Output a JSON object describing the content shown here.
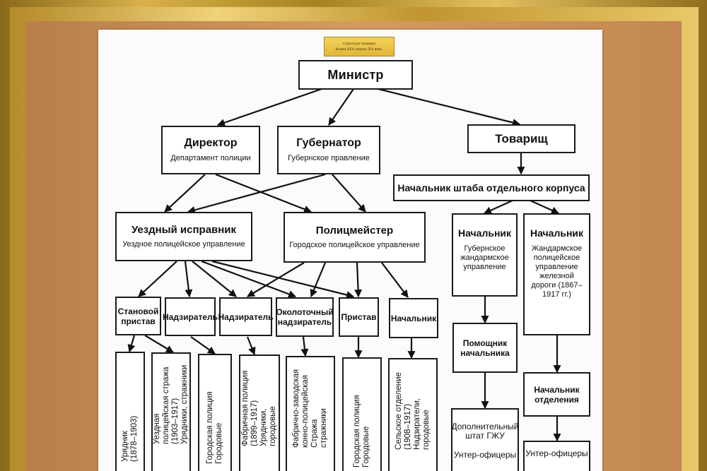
{
  "plaque": {
    "line1": "Структура полиции",
    "line2": "Конец XIX–начало XX века."
  },
  "nodes": {
    "minister": {
      "title": "Министр"
    },
    "director": {
      "title": "Директор",
      "sub": "Департамент полиции"
    },
    "governor": {
      "title": "Губернатор",
      "sub": "Губернское правление"
    },
    "deputy": {
      "title": "Товарищ"
    },
    "corps_chief": {
      "title": "Начальник штаба отдельного корпуса"
    },
    "uezd_ispravnik": {
      "title": "Уездный исправник",
      "sub": "Уездное полицейское управление"
    },
    "politsmeister": {
      "title": "Полицмейстер",
      "sub": "Городское полицейское управление"
    },
    "gendarme_chief": {
      "title": "Начальник",
      "sub": "Губернское жандармское управление"
    },
    "rail_chief": {
      "title": "Начальник",
      "sub": "Жандармское полицейское управление железной дороги (1867–1917 гг.)"
    },
    "stanovoy": {
      "title": "Становой пристав"
    },
    "nadziratel1": {
      "title": "Надзиратель"
    },
    "nadziratel2": {
      "title": "Надзиратель"
    },
    "okolotochny": {
      "title": "Околоточный надзиратель"
    },
    "pristav": {
      "title": "Пристав"
    },
    "nachalnik": {
      "title": "Начальник"
    },
    "assistant": {
      "title": "Помощник начальника"
    },
    "dept_chief": {
      "title": "Начальник отделения"
    },
    "extra_staff": {
      "title": "Дополнительный штат ГЖУ",
      "sub": "Унтер-офицеры"
    },
    "nco": {
      "title": "Унтер-офицеры"
    }
  },
  "leaves": [
    {
      "lines": [
        "Урядник",
        "(1878–1903)"
      ]
    },
    {
      "lines": [
        "Уездная",
        "полицейская стража",
        "(1903–1917)",
        "Урядники, стражники"
      ]
    },
    {
      "lines": [
        "Городская полиция",
        "Городовые"
      ]
    },
    {
      "lines": [
        "Фабричная полиция",
        "(1899–1917)",
        "Урядники,",
        "городовые"
      ]
    },
    {
      "lines": [
        "Фабрично-заводская",
        "конно-полицейская",
        "Стража",
        "стражники"
      ]
    },
    {
      "lines": [
        "Городская полиция",
        "Городовые"
      ]
    },
    {
      "lines": [
        "Сельское отделение",
        "(1908–1917)",
        "Надзиратели,",
        "городовые"
      ]
    }
  ]
}
